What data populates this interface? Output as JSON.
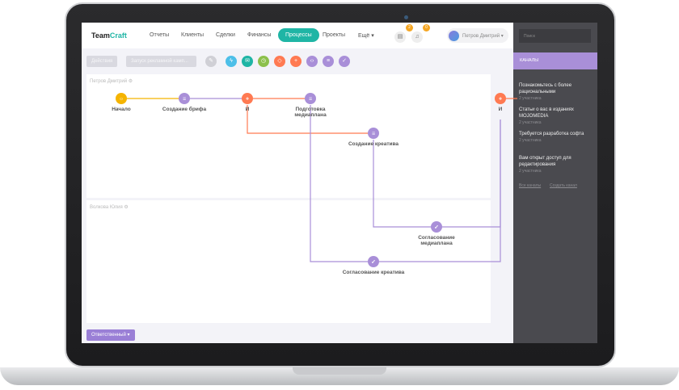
{
  "header": {
    "logo": "TeamCraft",
    "nav": [
      "Отчеты",
      "Клиенты",
      "Сделки",
      "Финансы",
      "Процессы",
      "Проекты",
      "Ещё ▾"
    ],
    "active": "Процессы",
    "messages_count": "2",
    "notifications_count": "0",
    "user": "Петров Дмитрий ▾"
  },
  "toolbar": {
    "actions": "Действия",
    "process": "Запуск рекламной камп...",
    "tools": [
      {
        "icon": "pencil-icon",
        "color": "#d0d0d6",
        "glyph": "✎"
      },
      {
        "icon": "lightning-icon",
        "color": "#4dbfe8",
        "glyph": "ϟ"
      },
      {
        "icon": "mail-icon",
        "color": "#1fb5a5",
        "glyph": "✉"
      },
      {
        "icon": "timer-icon",
        "color": "#8cc04b",
        "glyph": "◷"
      },
      {
        "icon": "diamond-icon",
        "color": "#ff7a52",
        "glyph": "◇"
      },
      {
        "icon": "plus-icon",
        "color": "#ff7a52",
        "glyph": "+"
      },
      {
        "icon": "code-icon",
        "color": "#a98fd8",
        "glyph": "‹›"
      },
      {
        "icon": "list-icon",
        "color": "#a98fd8",
        "glyph": "≡"
      },
      {
        "icon": "check-icon",
        "color": "#a98fd8",
        "glyph": "✓"
      }
    ]
  },
  "lanes": [
    "Петров Дмитрий ⚙",
    "Волкова Юлия ⚙"
  ],
  "nodes": [
    {
      "label": "Начало",
      "type": "start",
      "color": "#f5b400"
    },
    {
      "label": "Создание брифа",
      "type": "task",
      "color": "#a98fd8"
    },
    {
      "label": "И",
      "type": "gateway",
      "color": "#ff7a52"
    },
    {
      "label": "Подготовка|медиаплана",
      "type": "task",
      "color": "#a98fd8"
    },
    {
      "label": "Создание креатива",
      "type": "task",
      "color": "#a98fd8"
    },
    {
      "label": "И",
      "type": "gateway",
      "color": "#ff7a52"
    },
    {
      "label": "Согласование|медиаплана",
      "type": "approve",
      "color": "#a98fd8"
    },
    {
      "label": "Согласование креатива",
      "type": "approve",
      "color": "#a98fd8"
    }
  ],
  "footer": {
    "responsible": "Ответственный ▾"
  },
  "sidebar": {
    "search_placeholder": "Поиск",
    "channels_title": "КАНАЛЫ",
    "channels": [
      {
        "title": "Познакомьтесь с более рациональными",
        "members": "2 участника"
      },
      {
        "title": "Статьи о вас в изданиях MOJOMEDIA",
        "members": "2 участника"
      },
      {
        "title": "Требуется разработка софта",
        "members": "2 участника"
      },
      {
        "title": "Вам открыт доступ для редактирования",
        "members": "2 участника"
      }
    ],
    "all_channels": "Все каналы",
    "create_channel": "Создать канал"
  }
}
